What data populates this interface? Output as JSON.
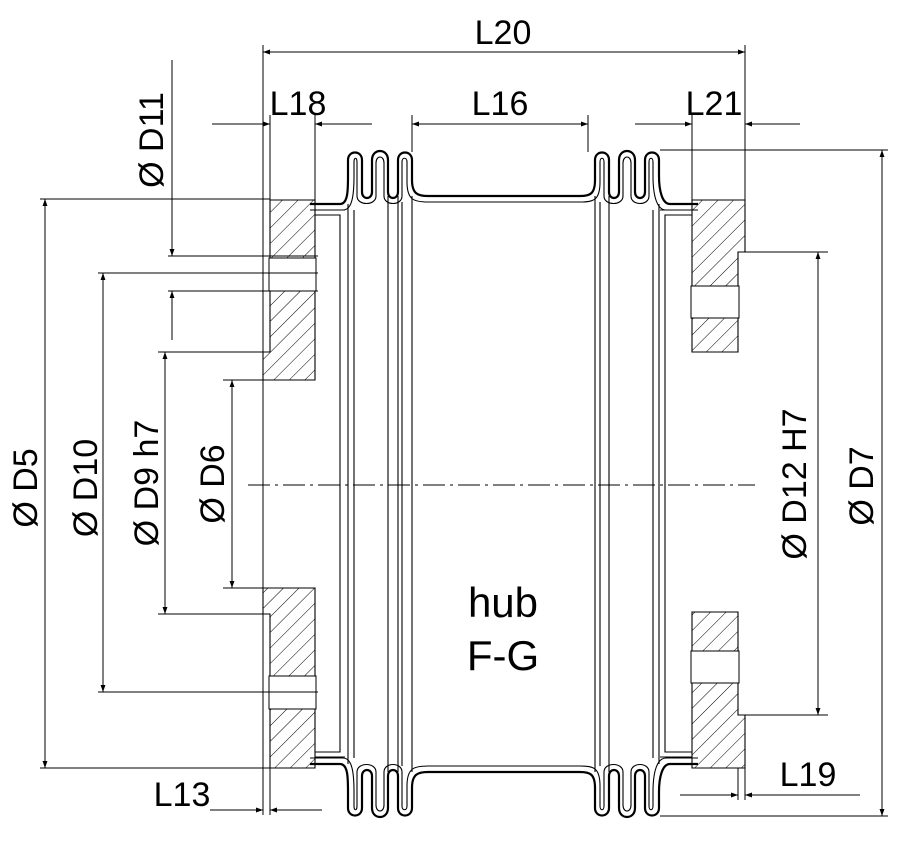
{
  "labels": {
    "L20": "L20",
    "L18": "L18",
    "L16": "L16",
    "L21": "L21",
    "L13": "L13",
    "L19": "L19",
    "D11": "Ø D11",
    "D5": "Ø D5",
    "D10": "Ø D10",
    "D9": "Ø D9 h7",
    "D6": "Ø D6",
    "D12": "Ø D12 H7",
    "D7": "Ø D7"
  },
  "hub_label": {
    "line1": "hub",
    "line2": "F-G"
  }
}
